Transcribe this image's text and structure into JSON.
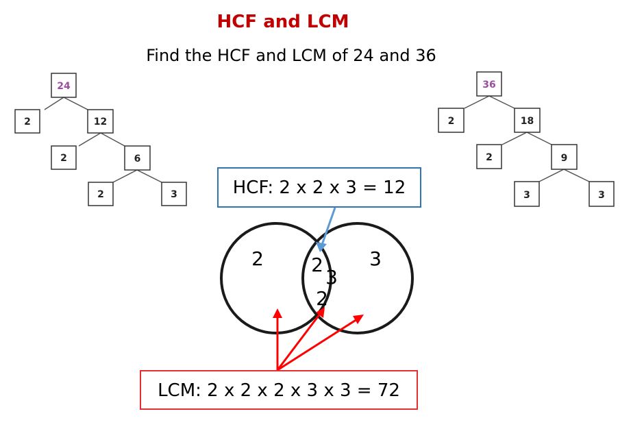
{
  "title": "HCF and LCM",
  "subtitle": "Find the HCF and LCM of 24 and 36",
  "tree_left": {
    "root": "24",
    "nodes": [
      "2",
      "12",
      "2",
      "6",
      "2",
      "3"
    ]
  },
  "tree_right": {
    "root": "36",
    "nodes": [
      "2",
      "18",
      "2",
      "9",
      "3",
      "3"
    ]
  },
  "venn": {
    "left_only": [
      "2"
    ],
    "intersection": [
      "2",
      "3",
      "2"
    ],
    "right_only": [
      "3"
    ]
  },
  "hcf_label": "HCF: 2 x 2 x 3 = 12",
  "lcm_label": "LCM: 2 x 2 x 2 x 3 x 3 = 72",
  "colors": {
    "title": "#c00000",
    "root_number": "#9b4f9f",
    "hcf_border": "#2e75b6",
    "hcf_arrow": "#5b9bd5",
    "lcm_border": "#e03030",
    "lcm_arrow": "#ff0000",
    "tree_line": "#555555",
    "node_border": "#333333"
  }
}
